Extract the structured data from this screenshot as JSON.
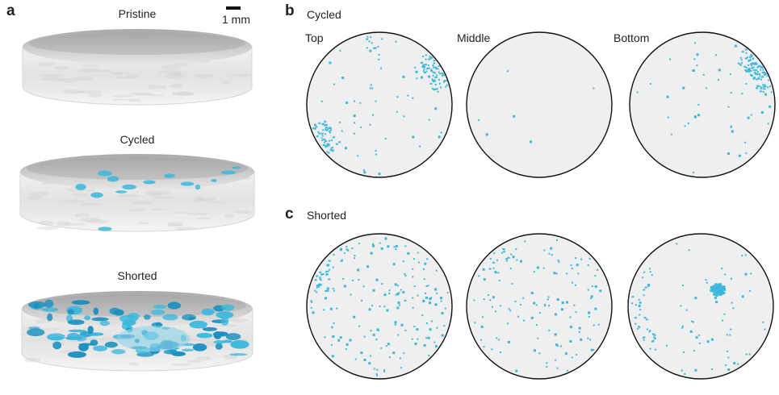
{
  "panel_a": {
    "letter": "a",
    "scale_bar_label": "1 mm",
    "samples": [
      {
        "label": "Pristine"
      },
      {
        "label": "Cycled"
      },
      {
        "label": "Shorted"
      }
    ]
  },
  "panel_b": {
    "letter": "b",
    "title": "Cycled",
    "slice_labels": [
      "Top",
      "Middle",
      "Bottom"
    ]
  },
  "panel_c": {
    "letter": "c",
    "title": "Shorted"
  },
  "colors": {
    "deposit": "#3bb8dc",
    "deposit_dark": "#1a8fbf",
    "disc_fill": "#efefef",
    "disc_outline": "#111111",
    "cylinder_gray": "#cfcfcf"
  }
}
